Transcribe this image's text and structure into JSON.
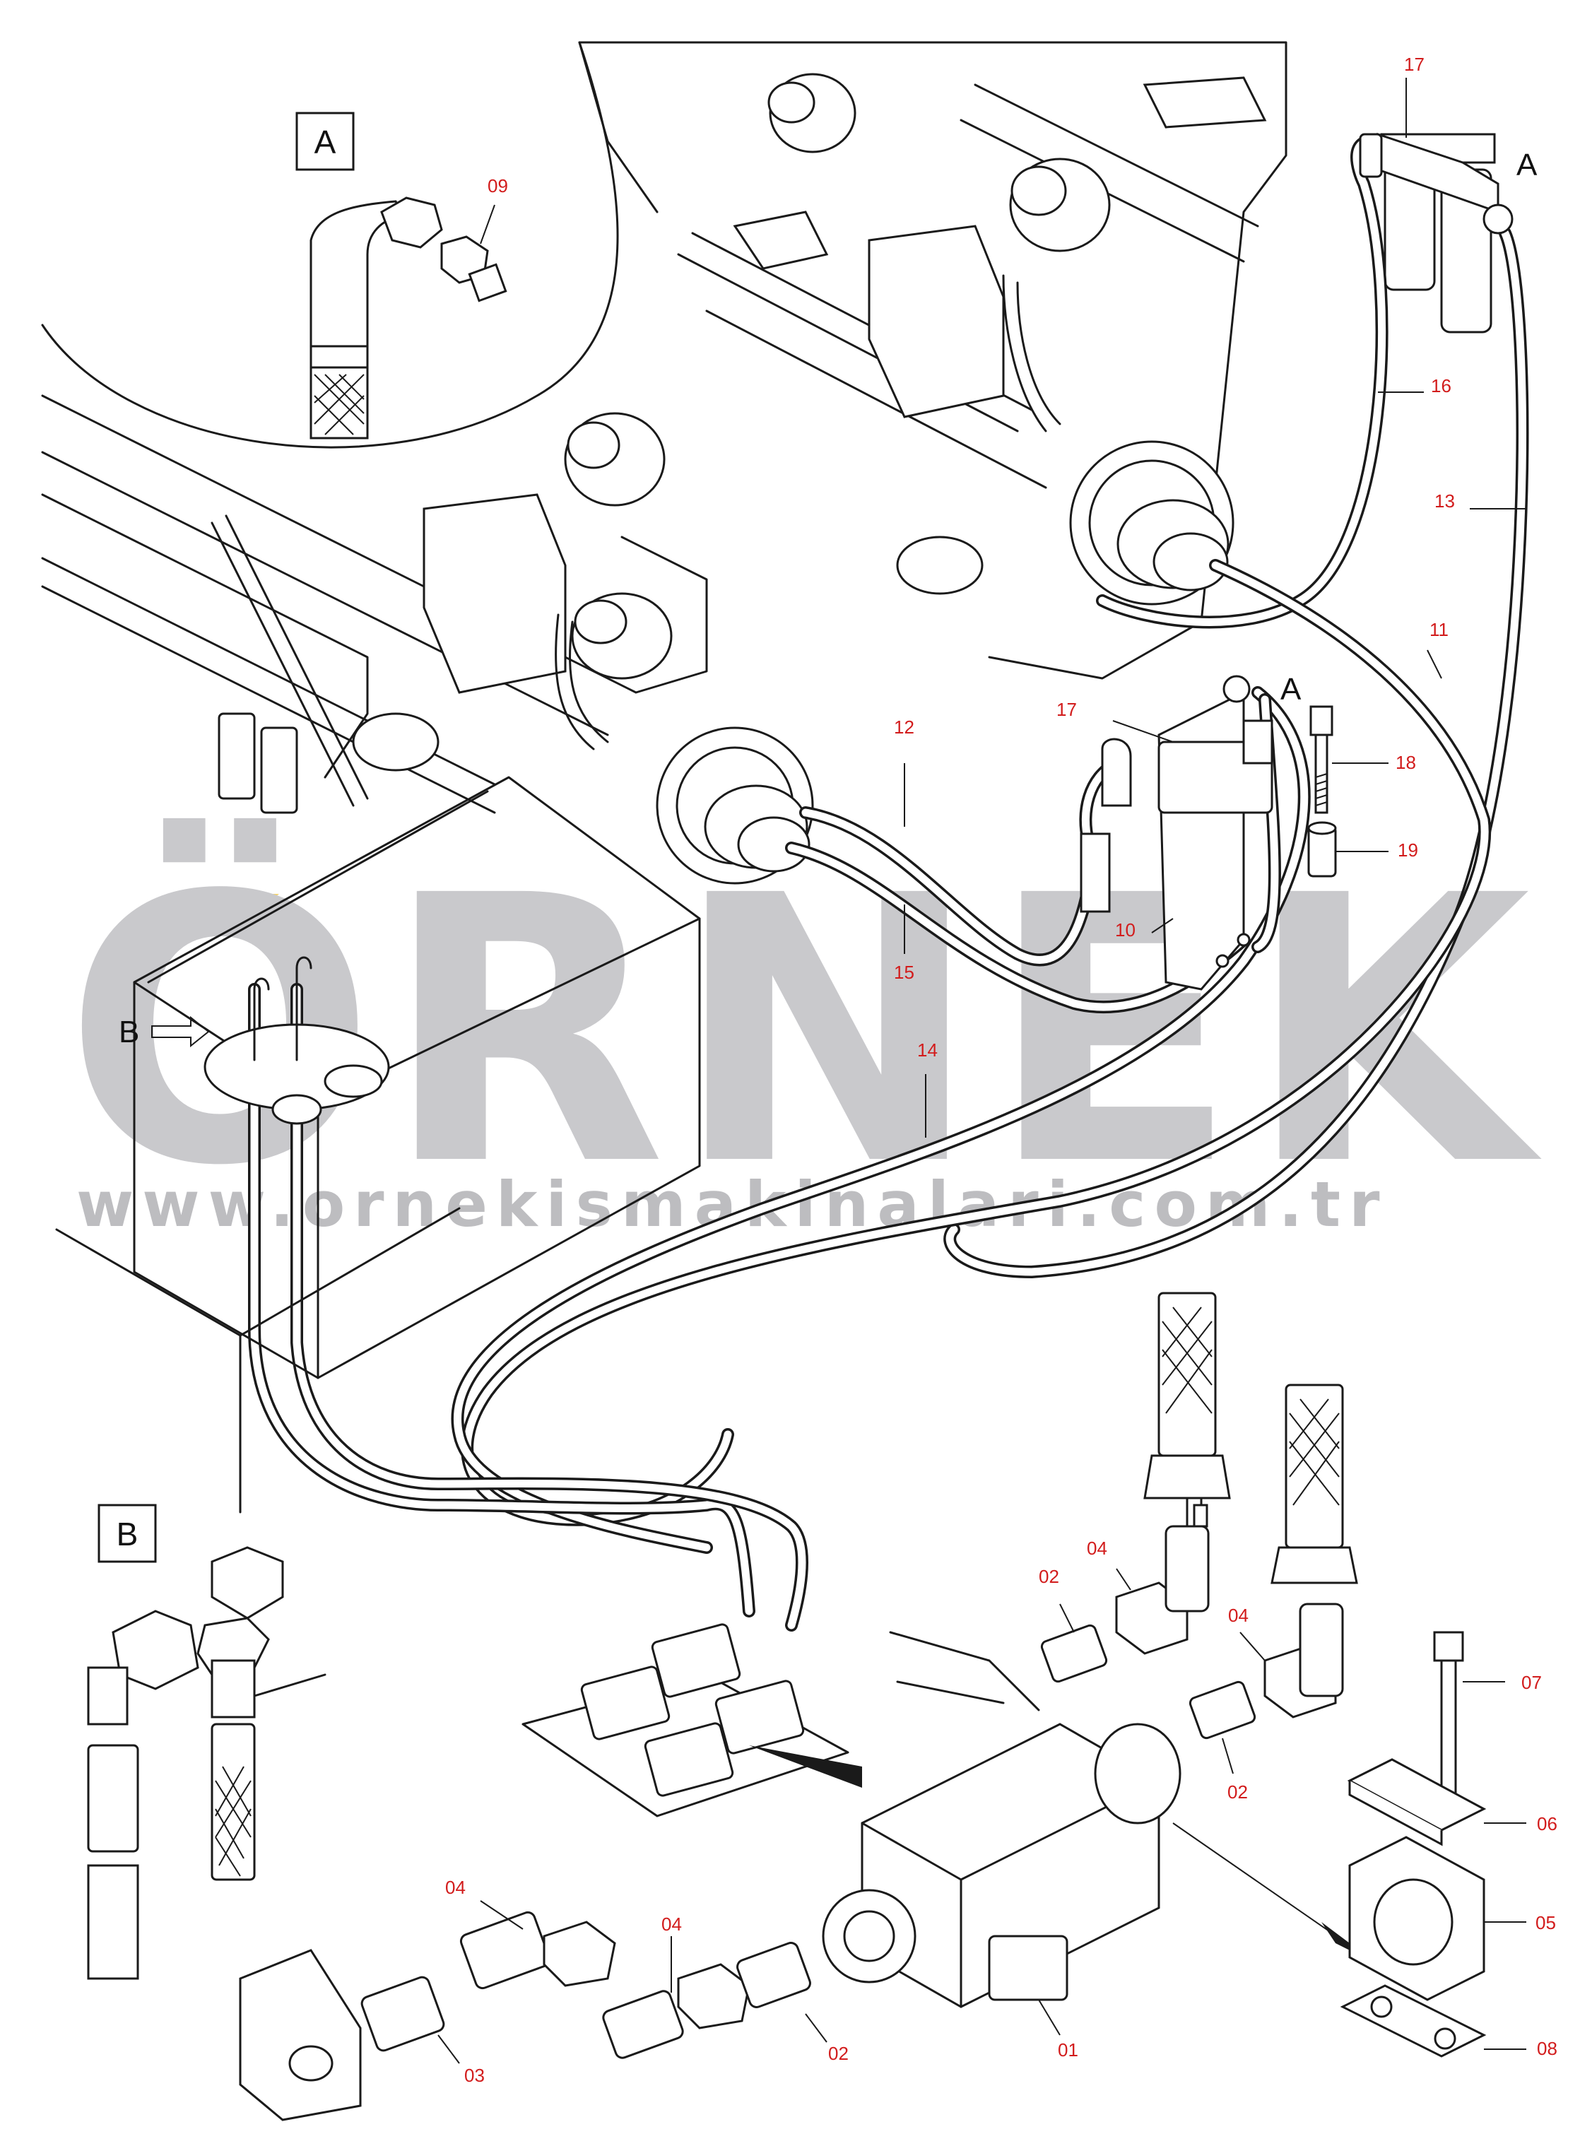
{
  "watermark": {
    "brand": "ÖRNEK",
    "url": "www.ornekismakinalari.com.tr",
    "accent_color": "#f5d36a",
    "text_color": "#c9c9cc"
  },
  "detail_boxes": {
    "a": "A",
    "b": "B"
  },
  "view_markers": {
    "a_top": "A",
    "a_mid": "A",
    "b_arrow": "B"
  },
  "callouts": {
    "c09": "09",
    "c17_top": "17",
    "c16": "16",
    "c13": "13",
    "c11": "11",
    "c12": "12",
    "c17_mid": "17",
    "c18": "18",
    "c19": "19",
    "c10": "10",
    "c15": "15",
    "c14": "14",
    "c04_a": "04",
    "c02_a": "02",
    "c04_b": "04",
    "c02_b": "02",
    "c07": "07",
    "c06": "06",
    "c05": "05",
    "c08": "08",
    "c01": "01",
    "c04_c": "04",
    "c04_d": "04",
    "c02_c": "02",
    "c03": "03"
  },
  "colors": {
    "callout": "#d21c1c",
    "line": "#1a1a1a"
  }
}
